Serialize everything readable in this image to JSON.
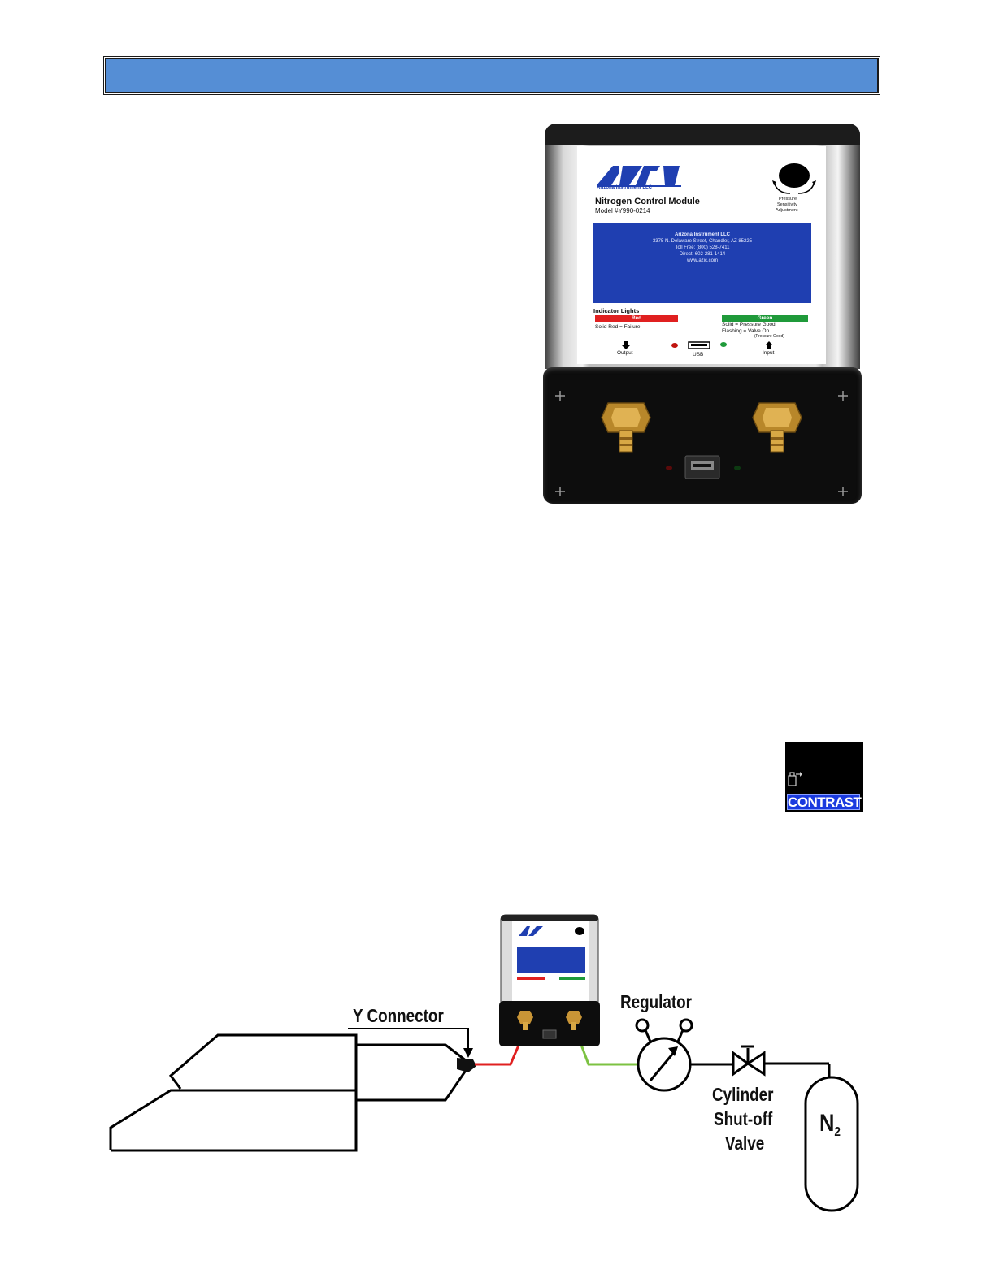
{
  "header": {
    "title": ""
  },
  "device_label": {
    "brand": "Arizona Instrument LLC",
    "product": "Nitrogen Control Module",
    "model": "Model #Y990-0214",
    "knob_label": [
      "Pressure",
      "Sensitivity",
      "Adjustment"
    ],
    "company_block": [
      "Arizona Instrument LLC",
      "3375 N. Delaware Street, Chandler, AZ 85225",
      "Toll Free: (800) 528-7411",
      "Direct: 602-281-1414",
      "www.azic.com"
    ],
    "indicator_title": "Indicator Lights",
    "red_label": "Red",
    "red_desc": "Solid Red = Failure",
    "green_label": "Green",
    "green_desc1": "Solid  =  Pressure Good",
    "green_desc2": "Flashing = Valve On",
    "green_desc3": "(Pressure Good)",
    "output_label": "Output",
    "usb_label": "USB",
    "input_label": "Input"
  },
  "contrast_button": {
    "label": "CONTRAST",
    "icon": "contrast-adjust-icon"
  },
  "diagram": {
    "y_connector": "Y Connector",
    "regulator": "Regulator",
    "valve_lines": [
      "Cylinder",
      "Shut-off",
      "Valve"
    ],
    "cylinder_symbol": "N",
    "cylinder_subscript": "2"
  },
  "colors": {
    "header_bar": "#558ed5",
    "red_line": "#e02020",
    "green_line": "#7cc242",
    "label_blue": "#1f3fb1",
    "contrast_blue": "#1a3adf"
  }
}
